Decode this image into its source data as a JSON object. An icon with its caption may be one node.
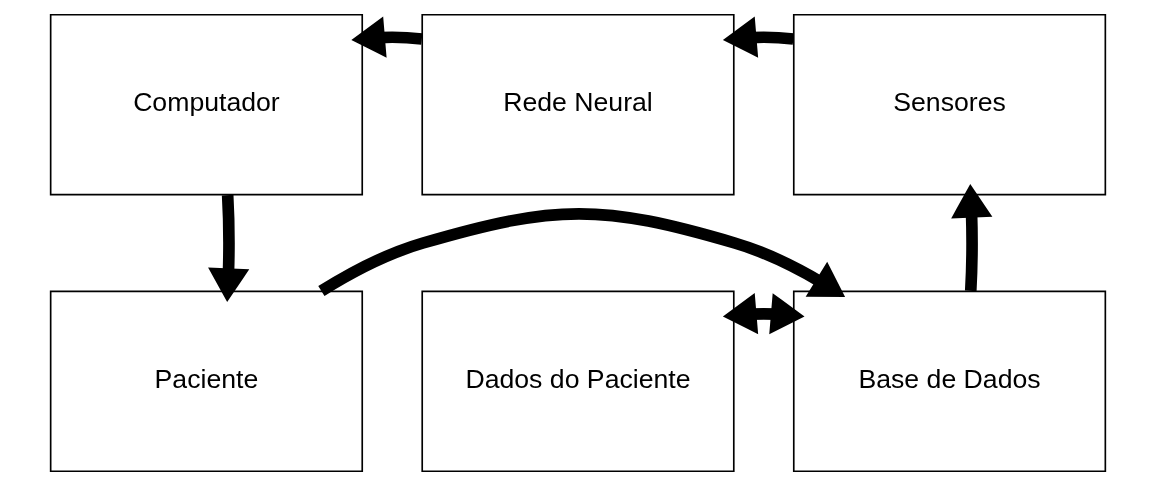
{
  "diagram": {
    "nodes": [
      {
        "text": [
          "Computador"
        ]
      },
      {
        "text": [
          "Rede Neural"
        ]
      },
      {
        "text": [
          "Sensores"
        ]
      },
      {
        "text": [
          "Paciente"
        ]
      },
      {
        "text": [
          "Dados do Paciente"
        ]
      },
      {
        "text": [
          "Base de Dados"
        ]
      }
    ],
    "edges": [
      {
        "from": 1,
        "to": 0,
        "arrow": "to"
      },
      {
        "from": 2,
        "to": 1,
        "arrow": "to"
      },
      {
        "from": 0,
        "to": 3,
        "arrow": "to"
      },
      {
        "from": 5,
        "to": 2,
        "arrow": "to"
      },
      {
        "from": 4,
        "to": 5,
        "arrow": "both"
      },
      {
        "from": 3,
        "to": 5,
        "arrow": "to"
      }
    ]
  }
}
